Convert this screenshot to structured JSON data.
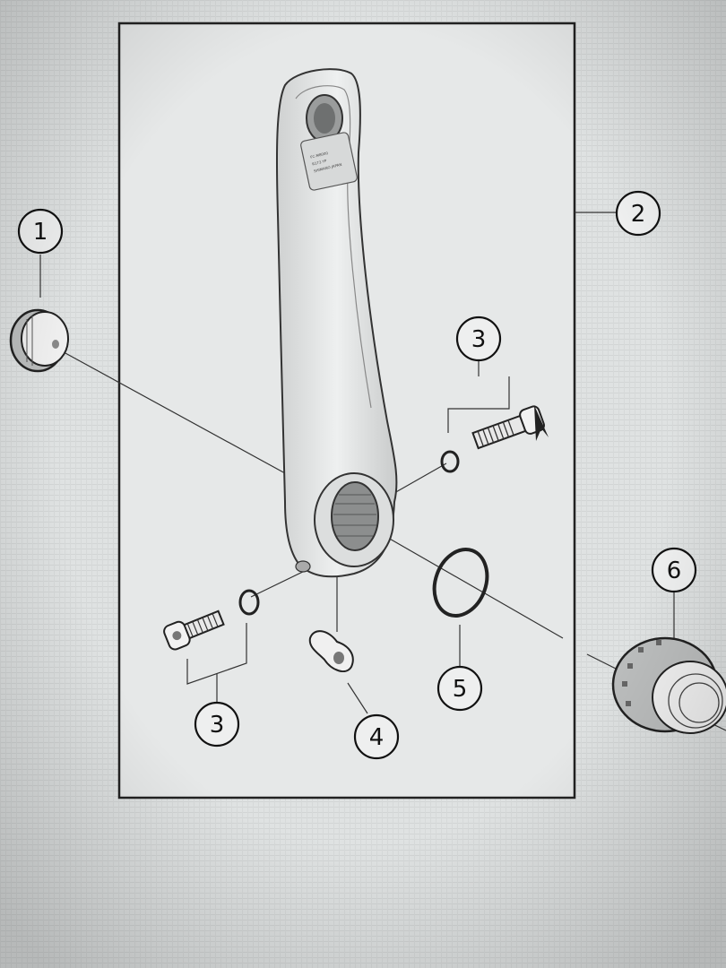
{
  "diagram": {
    "callouts": [
      {
        "id": "c1",
        "label": "1"
      },
      {
        "id": "c2",
        "label": "2"
      },
      {
        "id": "c3a",
        "label": "3"
      },
      {
        "id": "c3b",
        "label": "3"
      },
      {
        "id": "c4",
        "label": "4"
      },
      {
        "id": "c5",
        "label": "5"
      },
      {
        "id": "c6",
        "label": "6"
      }
    ],
    "crank_arm_text": [
      "FC-M8000",
      "R173 YP",
      "SHIMANO JAPAN"
    ],
    "colors": {
      "background": "#d9dcdc",
      "frame_fill": "#e6e8e8",
      "line": "#222222",
      "part_fill": "#f2f2f2",
      "part_shade": "#b8baba"
    }
  }
}
